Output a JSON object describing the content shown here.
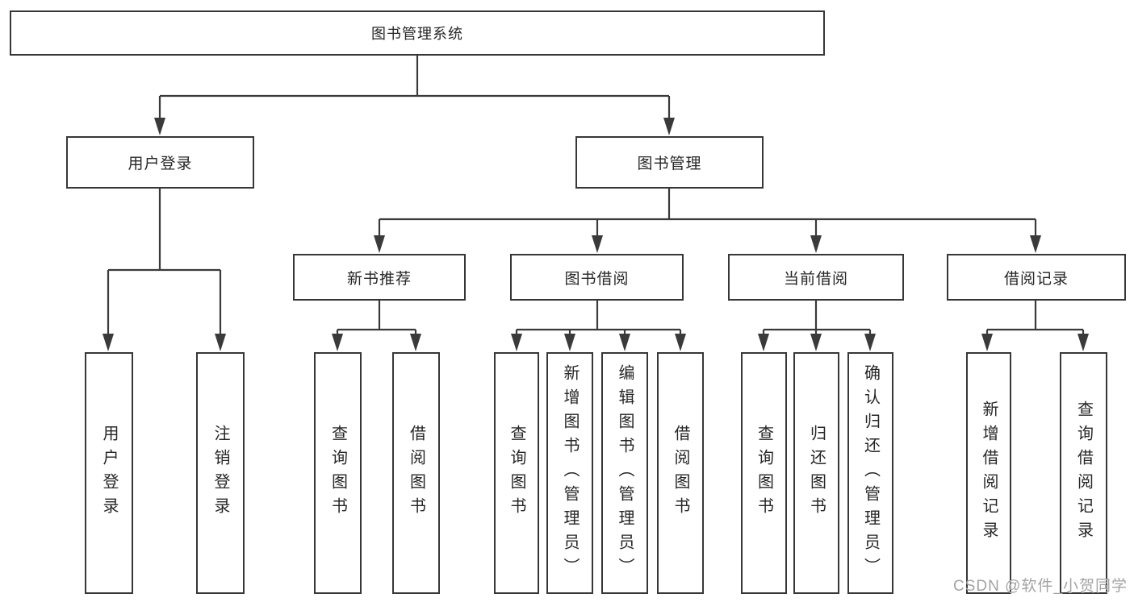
{
  "diagram": {
    "kind": "functional-structure-tree",
    "colors": {
      "line": "#3a3a3a",
      "box_border": "#373737",
      "box_fill": "#ffffff",
      "text": "#262626",
      "watermark": "#a3a3a3"
    },
    "tree": {
      "label": "图书管理系统",
      "children": [
        {
          "label": "用户登录",
          "children": [
            {
              "label": "用户登录"
            },
            {
              "label": "注销登录"
            }
          ]
        },
        {
          "label": "图书管理",
          "children": [
            {
              "label": "新书推荐",
              "children": [
                {
                  "label": "查询图书"
                },
                {
                  "label": "借阅图书"
                }
              ]
            },
            {
              "label": "图书借阅",
              "children": [
                {
                  "label": "查询图书"
                },
                {
                  "label": "新增图书（管理员）"
                },
                {
                  "label": "编辑图书（管理员）"
                },
                {
                  "label": "借阅图书"
                }
              ]
            },
            {
              "label": "当前借阅",
              "children": [
                {
                  "label": "查询图书"
                },
                {
                  "label": "归还图书"
                },
                {
                  "label": "确认归还（管理员）"
                }
              ]
            },
            {
              "label": "借阅记录",
              "children": [
                {
                  "label": "新增借阅记录"
                },
                {
                  "label": "查询借阅记录"
                }
              ]
            }
          ]
        }
      ]
    },
    "watermark": {
      "text": "CSDN @软件_小贺同学"
    }
  }
}
